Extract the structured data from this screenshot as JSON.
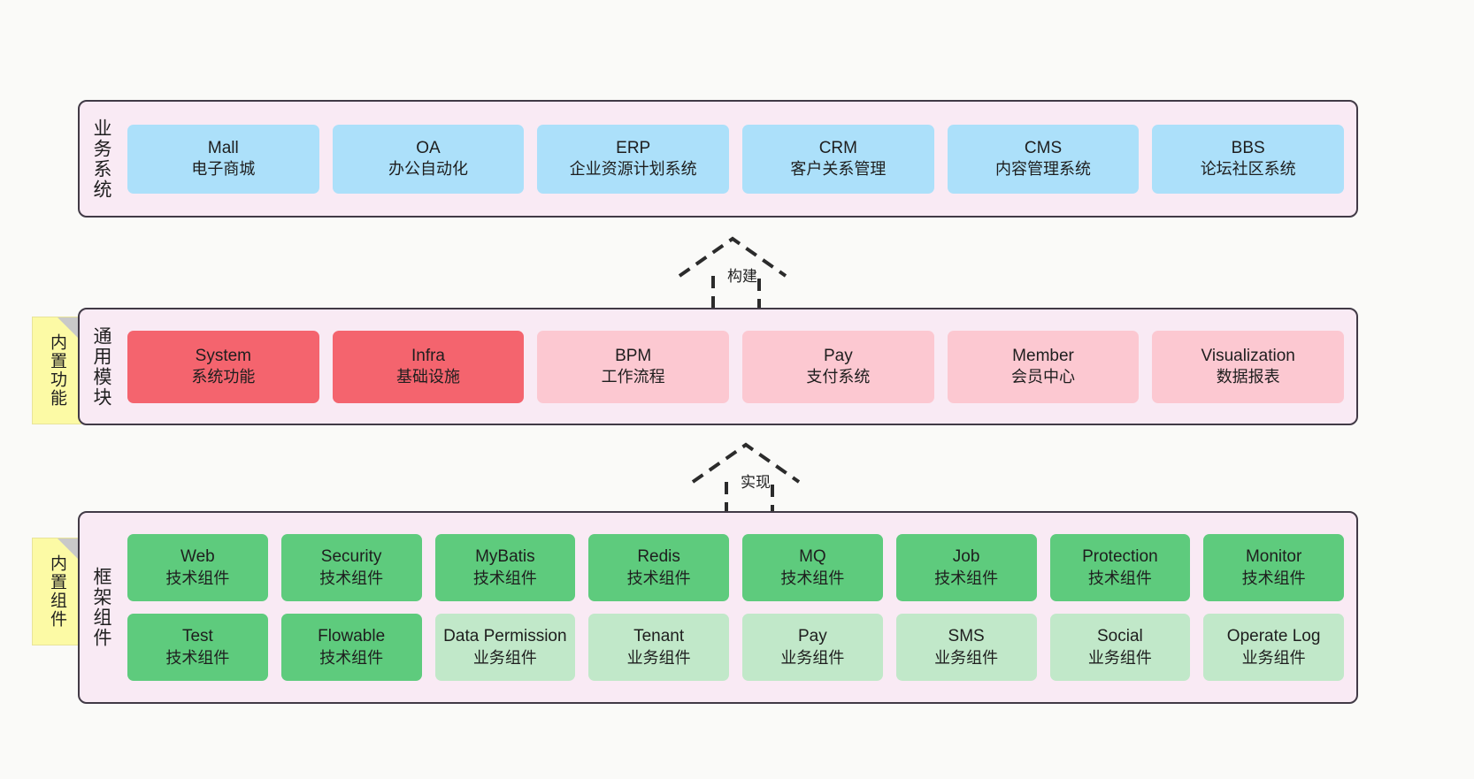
{
  "layers": [
    {
      "id": "business",
      "title": "业务系统",
      "nodes": [
        {
          "en": "Mall",
          "cn": "电子商城"
        },
        {
          "en": "OA",
          "cn": "办公自动化"
        },
        {
          "en": "ERP",
          "cn": "企业资源计划系统"
        },
        {
          "en": "CRM",
          "cn": "客户关系管理"
        },
        {
          "en": "CMS",
          "cn": "内容管理系统"
        },
        {
          "en": "BBS",
          "cn": "论坛社区系统"
        }
      ]
    },
    {
      "id": "modules",
      "title": "通用模块",
      "sticky": "内置功能",
      "nodes": [
        {
          "en": "System",
          "cn": "系统功能",
          "color": "c-red"
        },
        {
          "en": "Infra",
          "cn": "基础设施",
          "color": "c-red"
        },
        {
          "en": "BPM",
          "cn": "工作流程",
          "color": "c-pink"
        },
        {
          "en": "Pay",
          "cn": "支付系统",
          "color": "c-pink"
        },
        {
          "en": "Member",
          "cn": "会员中心",
          "color": "c-pink"
        },
        {
          "en": "Visualization",
          "cn": "数据报表",
          "color": "c-pink"
        }
      ]
    },
    {
      "id": "framework",
      "title": "框架组件",
      "sticky": "内置组件",
      "row1": [
        {
          "en": "Web",
          "cn": "技术组件",
          "color": "c-green"
        },
        {
          "en": "Security",
          "cn": "技术组件",
          "color": "c-green"
        },
        {
          "en": "MyBatis",
          "cn": "技术组件",
          "color": "c-green"
        },
        {
          "en": "Redis",
          "cn": "技术组件",
          "color": "c-green"
        },
        {
          "en": "MQ",
          "cn": "技术组件",
          "color": "c-green"
        },
        {
          "en": "Job",
          "cn": "技术组件",
          "color": "c-green"
        },
        {
          "en": "Protection",
          "cn": "技术组件",
          "color": "c-green"
        },
        {
          "en": "Monitor",
          "cn": "技术组件",
          "color": "c-green"
        }
      ],
      "row2": [
        {
          "en": "Test",
          "cn": "技术组件",
          "color": "c-green"
        },
        {
          "en": "Flowable",
          "cn": "技术组件",
          "color": "c-green"
        },
        {
          "en": "Data Permission",
          "cn": "业务组件",
          "color": "c-green-light"
        },
        {
          "en": "Tenant",
          "cn": "业务组件",
          "color": "c-green-light"
        },
        {
          "en": "Pay",
          "cn": "业务组件",
          "color": "c-green-light"
        },
        {
          "en": "SMS",
          "cn": "业务组件",
          "color": "c-green-light"
        },
        {
          "en": "Social",
          "cn": "业务组件",
          "color": "c-green-light"
        },
        {
          "en": "Operate Log",
          "cn": "业务组件",
          "color": "c-green-light"
        }
      ]
    }
  ],
  "arrows": [
    {
      "id": "build",
      "label": "构建"
    },
    {
      "id": "implement",
      "label": "实现"
    }
  ],
  "colors": {
    "panel_bg": "#f9eaf4",
    "panel_border": "#413a46",
    "blue": "#ace0fa",
    "red": "#f4646e",
    "pink": "#fcc8d1",
    "green": "#5ecb7d",
    "green_light": "#c1e8c9",
    "sticky": "#fcfaa5",
    "canvas": "#fafaf8"
  }
}
